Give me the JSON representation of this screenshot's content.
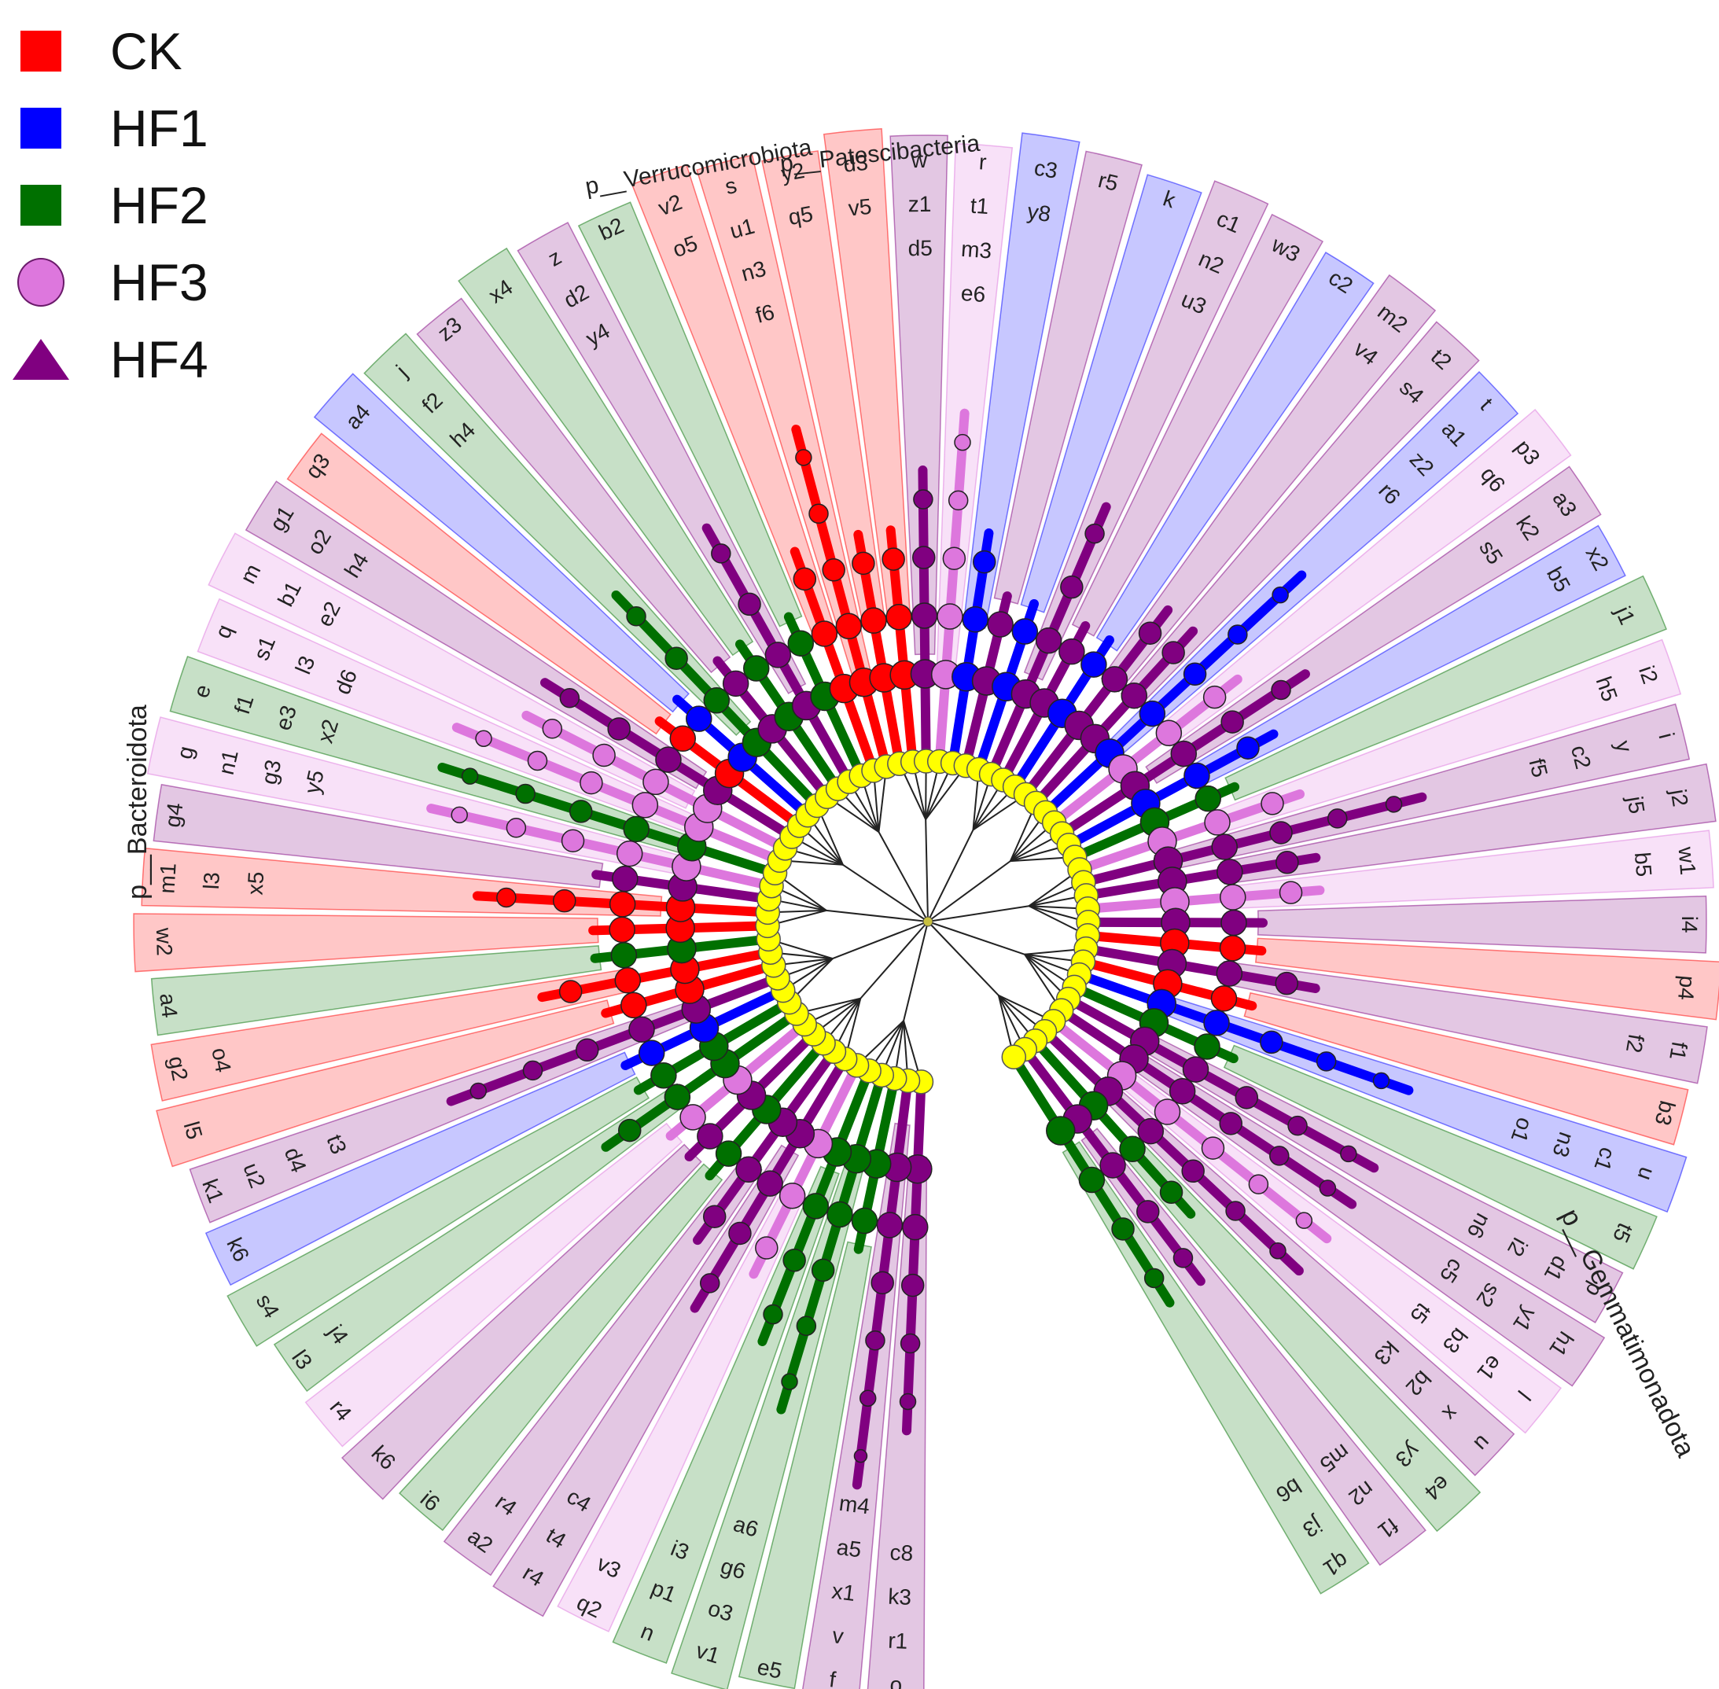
{
  "legend": [
    {
      "label": "CK",
      "shape": "square",
      "color": "#ff0000"
    },
    {
      "label": "HF1",
      "shape": "square",
      "color": "#0000ff"
    },
    {
      "label": "HF2",
      "shape": "square",
      "color": "#007000"
    },
    {
      "label": "HF3",
      "shape": "circle",
      "color": "#dd77dd"
    },
    {
      "label": "HF4",
      "shape": "triangle",
      "color": "#800080"
    }
  ],
  "colors": {
    "CK": "#ff0000",
    "HF1": "#0000ff",
    "HF2": "#007000",
    "HF3": "#dd77dd",
    "HF4": "#800080",
    "none": "#ffff00",
    "edge": "#222222"
  },
  "phylum_labels": {
    "bacteroidota": "p__Bacteroidota",
    "verrucomicrobiota": "p__Verrucomicrobiota",
    "patescibacteria": "p__Patescibacteria",
    "gemmatimonadota": "p__Gemmatimonadota"
  },
  "branches": [
    {
      "group": "HF4",
      "labels": [
        "o",
        "r1",
        "k3",
        "c8"
      ]
    },
    {
      "group": "HF4",
      "labels": [
        "f",
        "v",
        "x1",
        "a5",
        "m4"
      ]
    },
    {
      "group": "HF2",
      "labels": [
        "e5"
      ]
    },
    {
      "group": "HF2",
      "labels": [
        "v1",
        "o3",
        "g6",
        "a6"
      ]
    },
    {
      "group": "HF2",
      "labels": [
        "n",
        "p1",
        "i3"
      ]
    },
    {
      "group": "HF3",
      "labels": [
        "q2",
        "v3"
      ]
    },
    {
      "group": "HF4",
      "labels": [
        "r4",
        "t4",
        "c4"
      ]
    },
    {
      "group": "HF4",
      "labels": [
        "a2",
        "r4"
      ]
    },
    {
      "group": "HF2",
      "labels": [
        "i6"
      ]
    },
    {
      "group": "HF4",
      "labels": [
        "k6"
      ]
    },
    {
      "group": "HF3",
      "labels": [
        "r4"
      ]
    },
    {
      "group": "HF2",
      "labels": [
        "l3",
        "j4"
      ]
    },
    {
      "group": "HF2",
      "labels": [
        "s4"
      ]
    },
    {
      "group": "HF1",
      "labels": [
        "k6"
      ]
    },
    {
      "group": "HF4",
      "labels": [
        "k1",
        "u2",
        "d4",
        "t3"
      ]
    },
    {
      "group": "CK",
      "labels": [
        "l5"
      ]
    },
    {
      "group": "CK",
      "labels": [
        "g2",
        "o4"
      ]
    },
    {
      "group": "HF2",
      "labels": [
        "a4"
      ]
    },
    {
      "group": "CK",
      "labels": [
        "w2"
      ]
    },
    {
      "group": "CK",
      "labels": [
        "m1",
        "l3",
        "x5"
      ]
    },
    {
      "group": "HF4",
      "labels": [
        "g4"
      ]
    },
    {
      "group": "HF3",
      "labels": [
        "g",
        "n1",
        "g3",
        "y5"
      ]
    },
    {
      "group": "HF2",
      "labels": [
        "e",
        "f1",
        "e3",
        "x2"
      ]
    },
    {
      "group": "HF3",
      "labels": [
        "q",
        "s1",
        "l3",
        "d6"
      ]
    },
    {
      "group": "HF3",
      "labels": [
        "m",
        "b1",
        "e2"
      ]
    },
    {
      "group": "HF4",
      "labels": [
        "g1",
        "o2",
        "h4"
      ]
    },
    {
      "group": "CK",
      "labels": [
        "q3"
      ]
    },
    {
      "group": "HF1",
      "labels": [
        "a4"
      ]
    },
    {
      "group": "HF2",
      "labels": [
        "j",
        "f2",
        "h4"
      ]
    },
    {
      "group": "HF4",
      "labels": [
        "z3"
      ]
    },
    {
      "group": "HF2",
      "labels": [
        "x4"
      ]
    },
    {
      "group": "HF4",
      "labels": [
        "z",
        "d2",
        "y4"
      ]
    },
    {
      "group": "HF2",
      "labels": [
        "b2"
      ]
    },
    {
      "group": "CK",
      "labels": [
        "v2",
        "o5"
      ]
    },
    {
      "group": "CK",
      "labels": [
        "s",
        "u1",
        "n3",
        "f6"
      ]
    },
    {
      "group": "CK",
      "labels": [
        "y2",
        "q5"
      ]
    },
    {
      "group": "CK",
      "labels": [
        "d3",
        "v5"
      ]
    },
    {
      "group": "HF4",
      "labels": [
        "w",
        "z1",
        "d5"
      ]
    },
    {
      "group": "HF3",
      "labels": [
        "r",
        "t1",
        "m3",
        "e6"
      ]
    },
    {
      "group": "HF1",
      "labels": [
        "c3",
        "y8"
      ]
    },
    {
      "group": "HF4",
      "labels": [
        "r5"
      ]
    },
    {
      "group": "HF1",
      "labels": [
        "k"
      ]
    },
    {
      "group": "HF4",
      "labels": [
        "c1",
        "n2",
        "u3"
      ]
    },
    {
      "group": "HF4",
      "labels": [
        "w3"
      ]
    },
    {
      "group": "HF1",
      "labels": [
        "c2"
      ]
    },
    {
      "group": "HF4",
      "labels": [
        "m2",
        "v4"
      ]
    },
    {
      "group": "HF4",
      "labels": [
        "t2",
        "s4"
      ]
    },
    {
      "group": "HF1",
      "labels": [
        "t",
        "a1",
        "z2",
        "r6"
      ]
    },
    {
      "group": "HF3",
      "labels": [
        "p3",
        "q6"
      ]
    },
    {
      "group": "HF4",
      "labels": [
        "a3",
        "k2",
        "s5"
      ]
    },
    {
      "group": "HF1",
      "labels": [
        "x2",
        "b5"
      ]
    },
    {
      "group": "HF2",
      "labels": [
        "j1"
      ]
    },
    {
      "group": "HF3",
      "labels": [
        "i2",
        "h5"
      ]
    },
    {
      "group": "HF4",
      "labels": [
        "i",
        "y",
        "c2",
        "f5"
      ]
    },
    {
      "group": "HF4",
      "labels": [
        "j2",
        "j5"
      ]
    },
    {
      "group": "HF3",
      "labels": [
        "w1",
        "b5"
      ]
    },
    {
      "group": "HF4",
      "labels": [
        "i4"
      ]
    },
    {
      "group": "CK",
      "labels": [
        "p4"
      ]
    },
    {
      "group": "HF4",
      "labels": [
        "f1",
        "f2"
      ]
    },
    {
      "group": "CK",
      "labels": [
        "b3"
      ]
    },
    {
      "group": "HF1",
      "labels": [
        "u",
        "c1",
        "n3",
        "o1"
      ]
    },
    {
      "group": "HF2",
      "labels": [
        "t5"
      ]
    },
    {
      "group": "HF4",
      "labels": [
        "p",
        "d1",
        "i2",
        "n6"
      ]
    },
    {
      "group": "HF4",
      "labels": [
        "h1",
        "y1",
        "s2",
        "c5"
      ]
    },
    {
      "group": "HF3",
      "labels": [
        "l",
        "e1",
        "b3",
        "t5"
      ]
    },
    {
      "group": "HF4",
      "labels": [
        "u",
        "x",
        "b2",
        "k3"
      ]
    },
    {
      "group": "HF2",
      "labels": [
        "e4",
        "y3"
      ]
    },
    {
      "group": "HF4",
      "labels": [
        "f1",
        "n2",
        "m5"
      ]
    },
    {
      "group": "HF2",
      "labels": [
        "q1",
        "j3",
        "b6"
      ]
    }
  ]
}
